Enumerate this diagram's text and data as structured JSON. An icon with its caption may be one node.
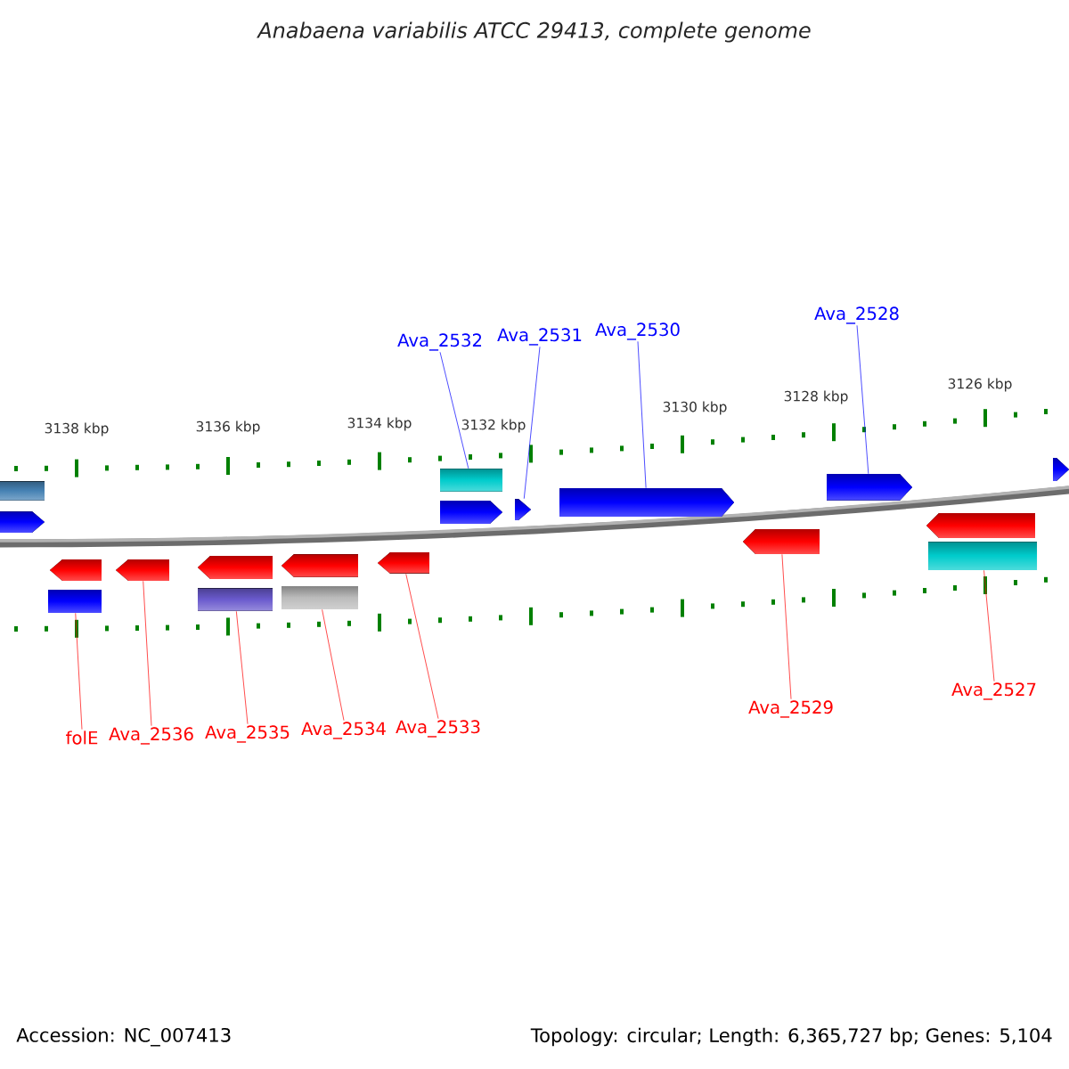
{
  "diagram": {
    "title": "Anabaena variabilis ATCC 29413, complete genome",
    "nodes": [
      {
        "text": [
          "Ava_2532"
        ]
      },
      {
        "text": [
          "Ava_2531"
        ]
      },
      {
        "text": [
          "Ava_2530"
        ]
      },
      {
        "text": [
          "Ava_2528"
        ]
      },
      {
        "text": [
          "folE"
        ]
      },
      {
        "text": [
          "Ava_2536"
        ]
      },
      {
        "text": [
          "Ava_2535"
        ]
      },
      {
        "text": [
          "Ava_2534"
        ]
      },
      {
        "text": [
          "Ava_2533"
        ]
      },
      {
        "text": [
          "Ava_2529"
        ]
      },
      {
        "text": [
          "Ava_2527"
        ]
      },
      {
        "text": [],
        "shape": "box"
      },
      {
        "text": [],
        "shape": "pentagon"
      },
      {
        "text": [],
        "shape": "box"
      },
      {
        "text": [],
        "shape": "pentagon"
      },
      {
        "text": [],
        "shape": "pentagon"
      },
      {
        "text": [],
        "shape": "pentagon"
      },
      {
        "text": [],
        "shape": "pentagon"
      },
      {
        "text": [],
        "shape": "pentagon"
      },
      {
        "text": [],
        "shape": "pentagon"
      },
      {
        "text": [],
        "shape": "pentagon"
      },
      {
        "text": [],
        "shape": "pentagon"
      },
      {
        "text": [],
        "shape": "pentagon"
      },
      {
        "text": [],
        "shape": "pentagon"
      },
      {
        "text": [],
        "shape": "pentagon"
      },
      {
        "text": [],
        "shape": "pentagon"
      },
      {
        "text": [],
        "shape": "box"
      },
      {
        "text": [],
        "shape": "box"
      },
      {
        "text": [],
        "shape": "box"
      },
      {
        "text": [],
        "shape": "box"
      }
    ],
    "edges": [
      {
        "from": 0,
        "to": 13,
        "arrow": "none",
        "color": "#0000ff"
      },
      {
        "from": 1,
        "to": 15,
        "arrow": "none",
        "color": "#0000ff"
      },
      {
        "from": 2,
        "to": 16,
        "arrow": "none",
        "color": "#0000ff"
      },
      {
        "from": 3,
        "to": 17,
        "arrow": "none",
        "color": "#0000ff"
      },
      {
        "from": 4,
        "to": 26,
        "arrow": "none"
      },
      {
        "from": 5,
        "to": 20,
        "arrow": "none"
      },
      {
        "from": 6,
        "to": 27,
        "arrow": "none"
      },
      {
        "from": 7,
        "to": 28,
        "arrow": "none"
      },
      {
        "from": 8,
        "to": 23,
        "arrow": "none"
      },
      {
        "from": 9,
        "to": 24,
        "arrow": "none"
      },
      {
        "from": 10,
        "to": 29,
        "arrow": "none"
      }
    ],
    "labels": [
      "3138 kbp",
      "3136 kbp",
      "3134 kbp",
      "3132 kbp",
      "3130 kbp",
      "3128 kbp",
      "3126 kbp",
      "Accession: NC_007413",
      "Topology: circular; Length: 6,365,727 bp; Genes: 5,104"
    ]
  }
}
